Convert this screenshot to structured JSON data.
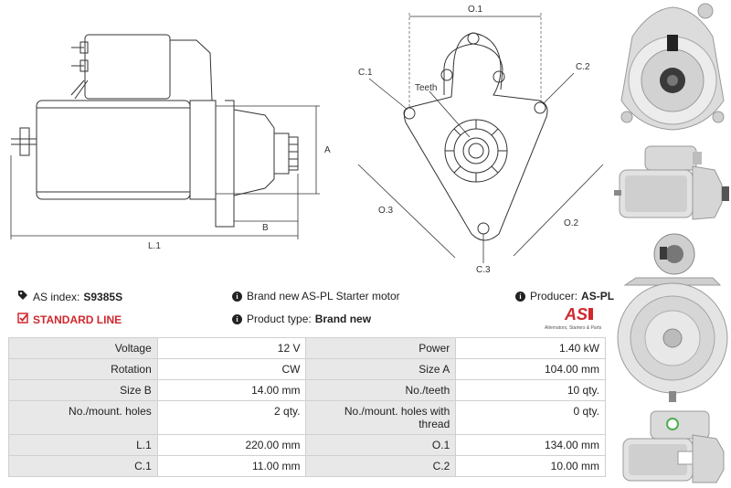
{
  "drawing": {
    "labels": {
      "a": "A",
      "b": "B",
      "l1": "L.1",
      "o1": "O.1",
      "o2": "O.2",
      "o3": "O.3",
      "c1": "C.1",
      "c2": "C.2",
      "c3": "C.3",
      "teeth": "Teeth"
    }
  },
  "info": {
    "as_index_label": "AS index:",
    "as_index_value": "S9385S",
    "standard_line": "STANDARD LINE",
    "description": "Brand new AS-PL Starter motor",
    "product_type_label": "Product type:",
    "product_type_value": "Brand new",
    "producer_label": "Producer:",
    "producer_value": "AS-PL"
  },
  "logo": {
    "mark": "AS",
    "tagline": "Alternators, Starters & Parts",
    "color": "#d0282e"
  },
  "specs": [
    {
      "l1": "Voltage",
      "v1": "12 V",
      "l2": "Power",
      "v2": "1.40 kW"
    },
    {
      "l1": "Rotation",
      "v1": "CW",
      "l2": "Size A",
      "v2": "104.00 mm"
    },
    {
      "l1": "Size B",
      "v1": "14.00 mm",
      "l2": "No./teeth",
      "v2": "10 qty."
    },
    {
      "l1": "No./mount. holes",
      "v1": "2 qty.",
      "l2": "No./mount. holes with thread",
      "v2": "0 qty."
    },
    {
      "l1": "L.1",
      "v1": "220.00 mm",
      "l2": "O.1",
      "v2": "134.00 mm"
    },
    {
      "l1": "C.1",
      "v1": "11.00 mm",
      "l2": "C.2",
      "v2": "10.00 mm"
    }
  ]
}
